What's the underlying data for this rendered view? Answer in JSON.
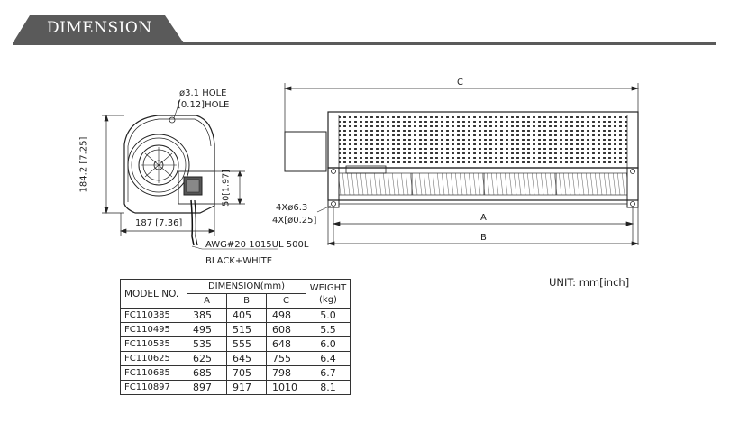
{
  "header": {
    "title": "DIMENSION",
    "color": "#5a5a5a"
  },
  "side_view": {
    "hole_label_mm": "ø3.1 HOLE",
    "hole_label_in": "[0.12]HOLE",
    "height_label": "184.2 [7.25]",
    "width_label": "187 [7.36]",
    "outlet_label": "50[1.97]",
    "wire_label": "AWG#20 1015UL 500L",
    "wire_color_label": "BLACK+WHITE"
  },
  "front_view": {
    "dim_c": "C",
    "dim_a": "A",
    "dim_b": "B",
    "mount_hole_mm": "4Xø6.3",
    "mount_hole_in": "4X[ø0.25]"
  },
  "unit_note": "UNIT:  mm[inch]",
  "table": {
    "model_header": "MODEL NO.",
    "dimension_header": "DIMENSION(mm)",
    "weight_header_1": "WEIGHT",
    "weight_header_2": "(kg)",
    "col_a": "A",
    "col_b": "B",
    "col_c": "C",
    "rows": [
      {
        "model": "FC110385",
        "a": "385",
        "b": "405",
        "c": "498",
        "weight": "5.0"
      },
      {
        "model": "FC110495",
        "a": "495",
        "b": "515",
        "c": "608",
        "weight": "5.5"
      },
      {
        "model": "FC110535",
        "a": "535",
        "b": "555",
        "c": "648",
        "weight": "6.0"
      },
      {
        "model": "FC110625",
        "a": "625",
        "b": "645",
        "c": "755",
        "weight": "6.4"
      },
      {
        "model": "FC110685",
        "a": "685",
        "b": "705",
        "c": "798",
        "weight": "6.7"
      },
      {
        "model": "FC110897",
        "a": "897",
        "b": "917",
        "c": "1010",
        "weight": "8.1"
      }
    ]
  }
}
